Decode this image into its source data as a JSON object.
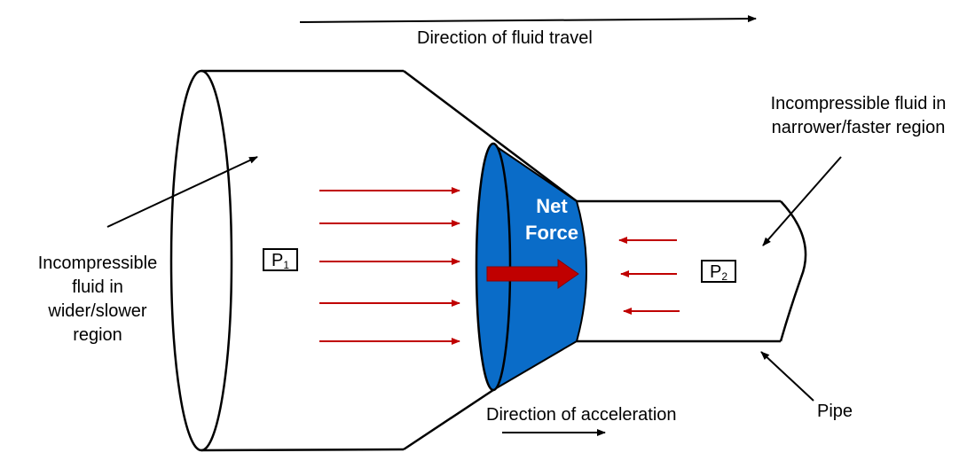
{
  "labels": {
    "fluid_travel": "Direction of fluid travel",
    "wide_region": [
      "Incompressible",
      "fluid in",
      "wider/slower",
      "region"
    ],
    "narrow_region": [
      "Incompressible fluid in",
      "narrower/faster region"
    ],
    "acceleration": "Direction of acceleration",
    "pipe": "Pipe",
    "net_force": [
      "Net",
      "Force"
    ]
  },
  "pressures": {
    "p1": {
      "symbol": "P",
      "subscript": "1"
    },
    "p2": {
      "symbol": "P",
      "subscript": "2"
    }
  },
  "colors": {
    "fluid_blue": "#0A6CC8",
    "arrow_red": "#C00000",
    "force_arrow": "#C00000",
    "outline": "#000000"
  }
}
